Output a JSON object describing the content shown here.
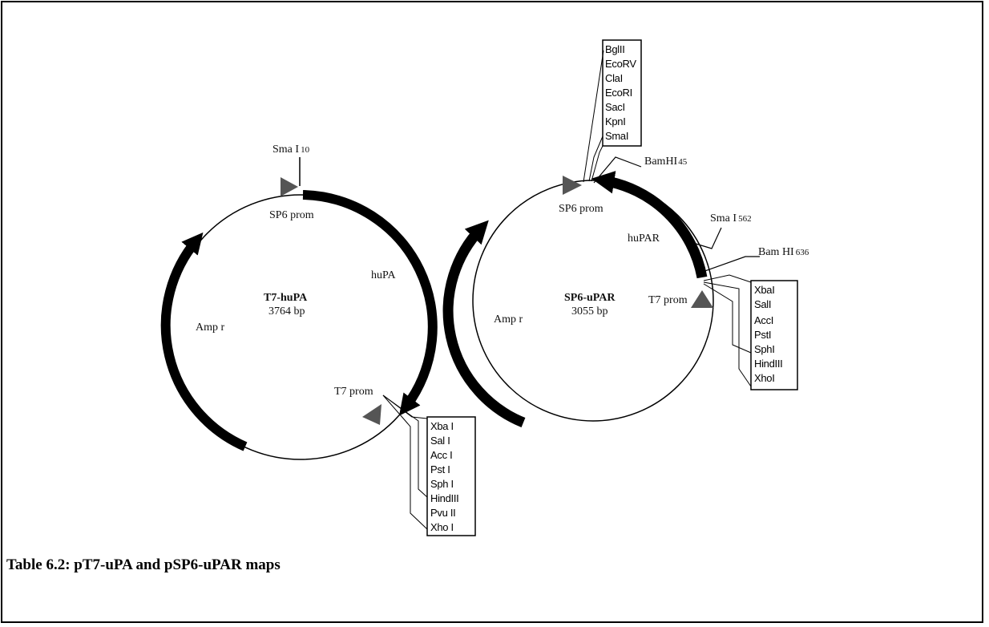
{
  "caption": "Table 6.2: pT7-uPA and pSP6-uPAR maps",
  "plasmid_left": {
    "name": "T7-huPA",
    "size": "3764 bp",
    "insert": "huPA",
    "resistance": "Amp r",
    "promoter_top": "SP6 prom",
    "promoter_bottom": "T7 prom",
    "site_top": "Sma I",
    "site_top_pos": "10",
    "mcs": [
      "Xba I",
      "Sal I",
      "Acc I",
      "Pst I",
      "Sph I",
      "HindIII",
      "Pvu II",
      "Xho I"
    ]
  },
  "plasmid_right": {
    "name": "SP6-uPAR",
    "size": "3055 bp",
    "insert": "huPAR",
    "resistance": "Amp r",
    "promoter_top": "SP6 prom",
    "promoter_bottom": "T7 prom",
    "site_bamhi": "BamHI",
    "site_bamhi_pos": "45",
    "site_sma": "Sma I",
    "site_sma_pos": "562",
    "site_bam2": "Bam HI",
    "site_bam2_pos": "636",
    "mcs_top": [
      "BglII",
      "EcoRV",
      "ClaI",
      "EcoRI",
      "SacI",
      "KpnI",
      "SmaI"
    ],
    "mcs_bottom": [
      "XbaI",
      "SalI",
      "AccI",
      "PstI",
      "SphI",
      "HindIII",
      "XhoI"
    ]
  },
  "colors": {
    "ink": "#000000",
    "background": "#ffffff"
  }
}
